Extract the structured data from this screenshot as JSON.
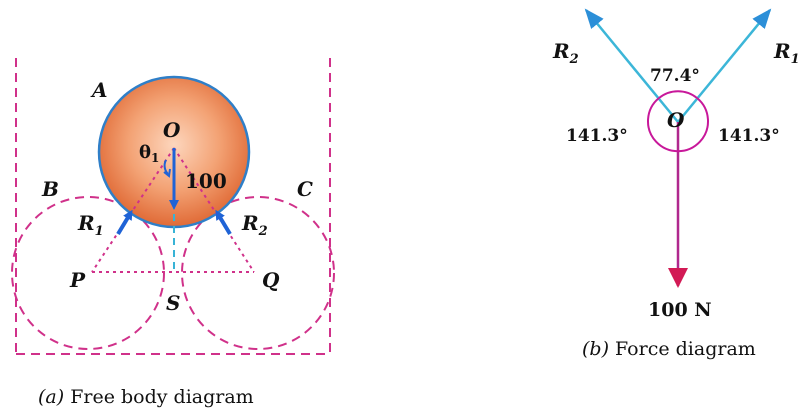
{
  "fbd": {
    "label_A": "A",
    "label_O": "O",
    "label_theta": "θ",
    "label_theta_sub": "1",
    "label_100": "100",
    "label_B": "B",
    "label_C": "C",
    "label_R1": "R",
    "label_R1_sub": "1",
    "label_R2": "R",
    "label_R2_sub": "2",
    "label_P": "P",
    "label_Q": "Q",
    "label_S": "S",
    "caption_prefix": "(a)",
    "caption_text": " Free body diagram"
  },
  "force": {
    "label_R2": "R",
    "label_R2_sub": "2",
    "label_R1": "R",
    "label_R1_sub": "1",
    "label_O": "O",
    "angle_top": "77.4°",
    "angle_left": "141.3°",
    "angle_right": "141.3°",
    "label_load": "100 N",
    "caption_prefix": "(b)",
    "caption_text": " Force diagram"
  },
  "colors": {
    "dashed": "#d0318a",
    "ball_center": "#fbd0b4",
    "ball_edge": "#e07442",
    "ball_stroke": "#2f7fc8",
    "arrow_blue": "#1f63d6",
    "cyan_dash": "#38b3d6",
    "force_cyan": "#3cb6d8",
    "force_load": "#b0288e",
    "load_head": "#d21a55",
    "arc_magenta": "#c8189a"
  }
}
